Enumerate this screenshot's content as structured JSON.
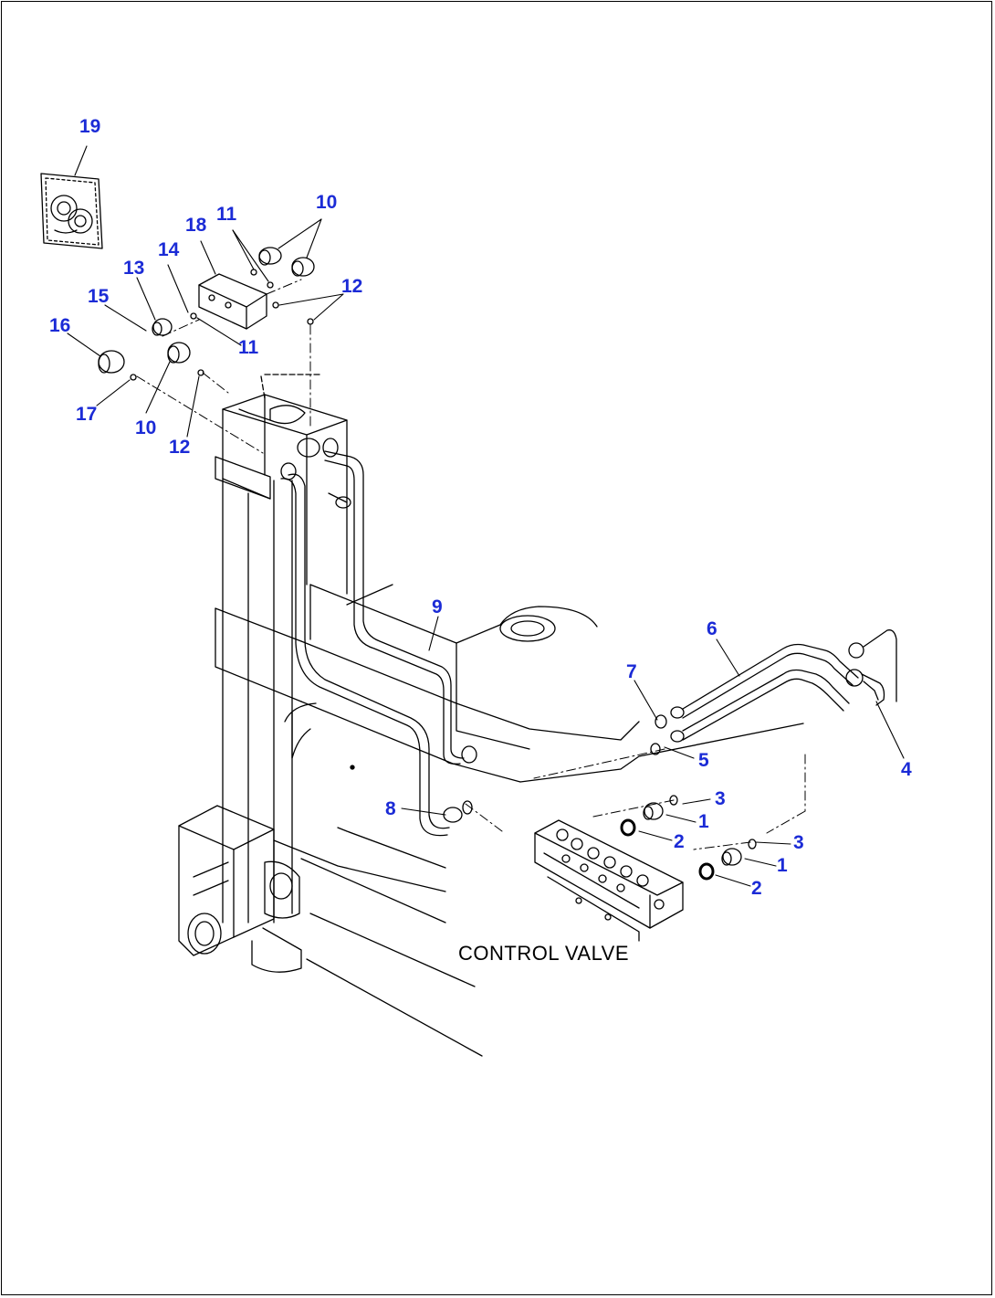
{
  "caption": "CONTROL VALVE",
  "callout_color": "#1b2bd6",
  "callouts": [
    "19",
    "10",
    "11",
    "18",
    "12",
    "14",
    "13",
    "15",
    "11",
    "16",
    "10",
    "12",
    "17",
    "9",
    "6",
    "7",
    "5",
    "4",
    "3",
    "1",
    "2",
    "3",
    "1",
    "2",
    "8"
  ]
}
